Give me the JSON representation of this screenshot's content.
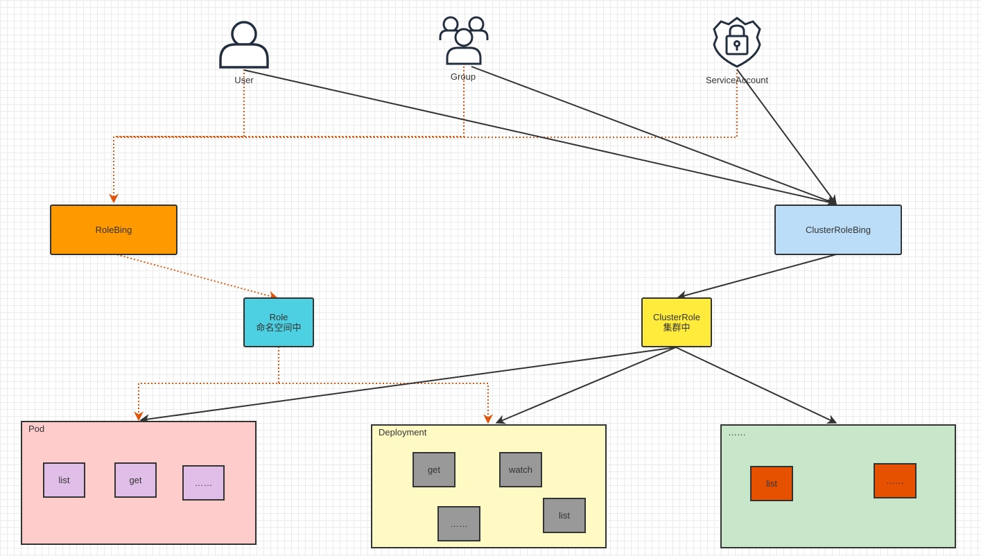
{
  "actors": {
    "user": {
      "label": "User",
      "icon": "user-icon"
    },
    "group": {
      "label": "Group",
      "icon": "group-icon"
    },
    "service_account": {
      "label": "ServiceAccount",
      "icon": "lock-shield-icon"
    }
  },
  "bindings": {
    "role_binding": "RoleBing",
    "cluster_role_binding": "ClusterRoleBing"
  },
  "roles": {
    "role": {
      "line1": "Role",
      "line2": "命名空间中"
    },
    "cluster_role": {
      "line1": "ClusterRole",
      "line2": "集群中"
    }
  },
  "resources": {
    "pod": {
      "title": "Pod",
      "items": [
        "list",
        "get",
        "……"
      ]
    },
    "deployment": {
      "title": "Deployment",
      "items": [
        "get",
        "watch",
        "……",
        "list"
      ]
    },
    "other": {
      "title": "……",
      "items": [
        "list",
        "……"
      ]
    }
  },
  "colors": {
    "role_binding": "#FF9900",
    "cluster_role_binding": "#BBDDF8",
    "role": "#4DD0E1",
    "cluster_role": "#FFEB3B",
    "pod_bg": "#FFCCCC",
    "pod_item": "#E1BEE7",
    "deployment_bg": "#FFF9C4",
    "deployment_item": "#999999",
    "other_bg": "#C8E6C9",
    "other_item": "#E65100",
    "dotted_edge": "#E1550A",
    "solid_edge": "#333333"
  }
}
